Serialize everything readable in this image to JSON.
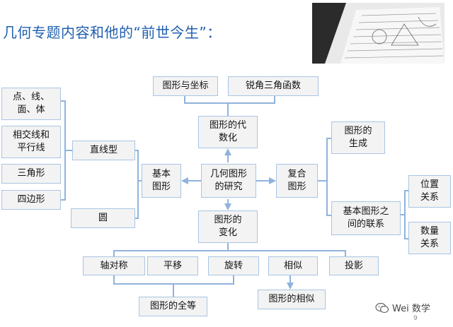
{
  "title": "几何专题内容和他的“前世今生”：",
  "nodes": {
    "tuxing_zuobiao": "图形与坐标",
    "ruijiao": "锐角三角函数",
    "daishuhua": "图形的代\n数化",
    "dian_xian": "点、线、\n面、体",
    "xiangjiao": "相交线和\n平行线",
    "sanjiao": "三角形",
    "sibian": "四边形",
    "yuan": "圆",
    "zhixian": "直线型",
    "jiben": "基本\n图形",
    "yanjiu": "几何图形\n的研究",
    "fuhe": "复合\n图形",
    "shengcheng": "图形的\n生成",
    "lianxi": "基本图形之\n间的联系",
    "weizhi": "位置\n关系",
    "shuliang": "数量\n关系",
    "bianhua": "图形的\n变化",
    "zhouduichen": "轴对称",
    "pingyi": "平移",
    "xuanzhuan": "旋转",
    "xiangsi": "相似",
    "touying": "投影",
    "quandeng": "图形的全等",
    "xiangsi_result": "图形的相似"
  },
  "watermark": "Wei 数学",
  "page_number": "9",
  "colors": {
    "title": "#1f5fb0",
    "box_fill": "#f3f3f3",
    "box_border": "#a9c5e3",
    "connector": "#8fb3dd"
  }
}
